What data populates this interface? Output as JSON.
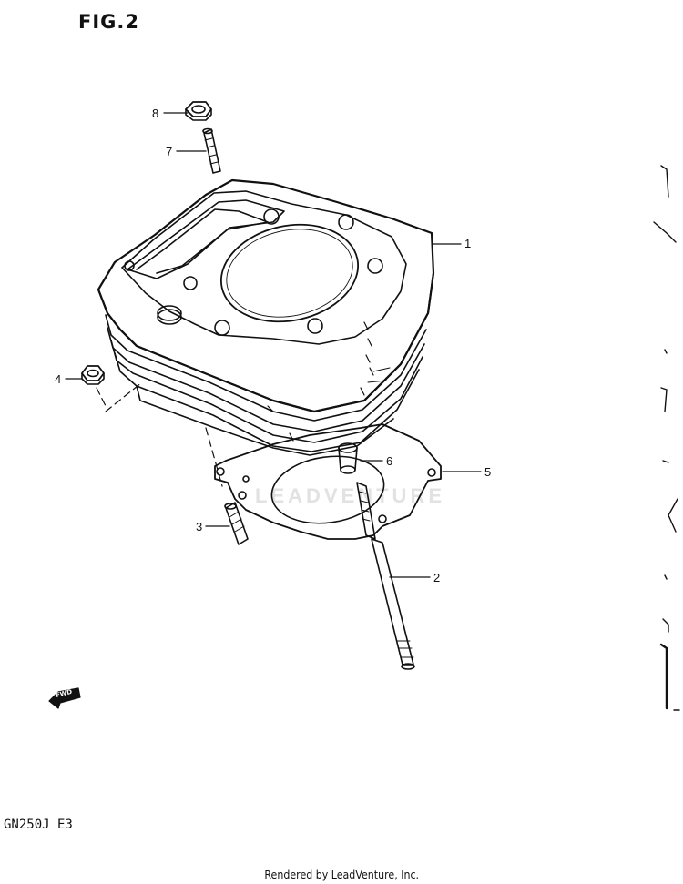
{
  "figure": {
    "title": "FIG.2",
    "model": "GN250J  E3"
  },
  "credit": "Rendered by LeadVenture, Inc.",
  "watermark": "LEADVENTURE",
  "fwd_label": "FWD",
  "callouts": [
    {
      "number": "1",
      "part": "cylinder"
    },
    {
      "number": "2",
      "part": "long stud bolt"
    },
    {
      "number": "3",
      "part": "short stud bolt"
    },
    {
      "number": "4",
      "part": "nut"
    },
    {
      "number": "5",
      "part": "cylinder base gasket"
    },
    {
      "number": "6",
      "part": "dowel pin"
    },
    {
      "number": "7",
      "part": "stud bolt"
    },
    {
      "number": "8",
      "part": "nut"
    }
  ]
}
